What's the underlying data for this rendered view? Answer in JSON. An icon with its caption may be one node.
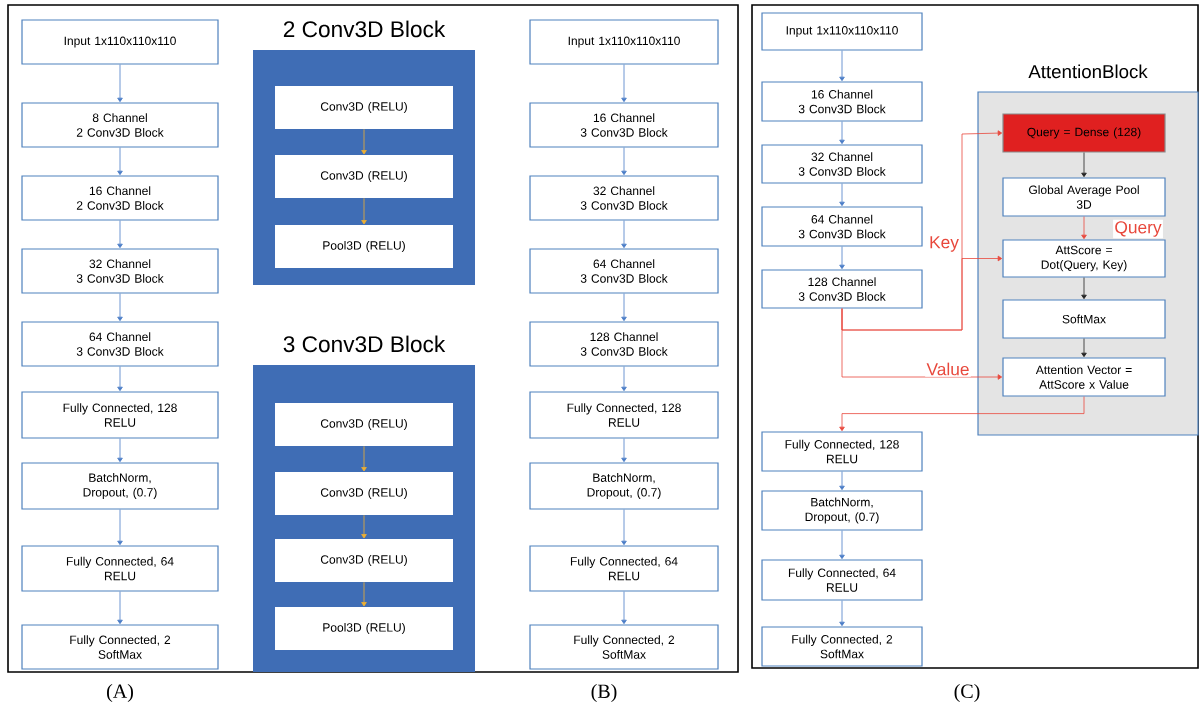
{
  "diagram": {
    "nodes": [
      {
        "text": [
          "Input 1x110x110x110"
        ]
      },
      {
        "text": [
          "8 Channel 2 Conv3D Block"
        ]
      },
      {
        "text": [
          "16 Channel 2 Conv3D Block"
        ]
      },
      {
        "text": [
          "32 Channel 3 Conv3D Block"
        ]
      },
      {
        "text": [
          "64 Channel 3 Conv3D Block"
        ]
      },
      {
        "text": [
          "Fully Connected, 128 RELU"
        ]
      },
      {
        "text": [
          "BatchNorm, Dropout, (0.7)"
        ]
      },
      {
        "text": [
          "Fully Connected, 64 RELU"
        ]
      },
      {
        "text": [
          "Fully Connected, 2 SoftMax"
        ]
      },
      {
        "text": [
          "2 Conv3D Block"
        ]
      },
      {
        "text": [
          "Conv3D (RELU)"
        ],
        "in": 9
      },
      {
        "text": [
          "Conv3D (RELU)"
        ],
        "in": 9
      },
      {
        "text": [
          "Pool3D (RELU)"
        ],
        "in": 9
      },
      {
        "text": [
          "3 Conv3D Block"
        ]
      },
      {
        "text": [
          "Conv3D (RELU)"
        ],
        "in": 13
      },
      {
        "text": [
          "Conv3D (RELU)"
        ],
        "in": 13
      },
      {
        "text": [
          "Conv3D (RELU)"
        ],
        "in": 13
      },
      {
        "text": [
          "Pool3D (RELU)"
        ],
        "in": 13
      },
      {
        "text": [
          "Input 1x110x110x110"
        ]
      },
      {
        "text": [
          "16 Channel 3 Conv3D Block"
        ]
      },
      {
        "text": [
          "32 Channel 3 Conv3D Block"
        ]
      },
      {
        "text": [
          "64 Channel 3 Conv3D Block"
        ]
      },
      {
        "text": [
          "128 Channel 3 Conv3D Block"
        ]
      },
      {
        "text": [
          "Fully Connected, 128 RELU"
        ]
      },
      {
        "text": [
          "BatchNorm, Dropout, (0.7)"
        ]
      },
      {
        "text": [
          "Fully Connected, 64 RELU"
        ]
      },
      {
        "text": [
          "Fully Connected, 2 SoftMax"
        ]
      },
      {
        "text": [
          "Input 1x110x110x110"
        ]
      },
      {
        "text": [
          "16 Channel 3 Conv3D Block"
        ]
      },
      {
        "text": [
          "32 Channel 3 Conv3D Block"
        ]
      },
      {
        "text": [
          "64 Channel 3 Conv3D Block"
        ]
      },
      {
        "text": [
          "128 Channel 3 Conv3D Block"
        ]
      },
      {
        "text": [
          "AttentionBlock"
        ]
      },
      {
        "text": [
          "Query = Dense (128)"
        ],
        "in": 32
      },
      {
        "text": [
          "Global Average Pool 3D"
        ],
        "in": 32
      },
      {
        "text": [
          "AttScore = Dot(Query, Key)"
        ],
        "in": 32
      },
      {
        "text": [
          "SoftMax"
        ],
        "in": 32
      },
      {
        "text": [
          "Attention Vector = AttScore x Value"
        ],
        "in": 32
      },
      {
        "text": [
          "Fully Connected, 128 RELU"
        ]
      },
      {
        "text": [
          "BatchNorm, Dropout, (0.7)"
        ]
      },
      {
        "text": [
          "Fully Connected, 64 RELU"
        ]
      },
      {
        "text": [
          "Fully Connected, 2 SoftMax"
        ]
      }
    ],
    "edges": [
      {
        "from": 0,
        "to": 1,
        "arrow": "to"
      },
      {
        "from": 1,
        "to": 2,
        "arrow": "to"
      },
      {
        "from": 2,
        "to": 3,
        "arrow": "to"
      },
      {
        "from": 3,
        "to": 4,
        "arrow": "to"
      },
      {
        "from": 4,
        "to": 5,
        "arrow": "to"
      },
      {
        "from": 5,
        "to": 6,
        "arrow": "to"
      },
      {
        "from": 6,
        "to": 7,
        "arrow": "to"
      },
      {
        "from": 7,
        "to": 8,
        "arrow": "to"
      },
      {
        "from": 10,
        "to": 11,
        "arrow": "to",
        "color": "#f0b030"
      },
      {
        "from": 11,
        "to": 12,
        "arrow": "to",
        "color": "#f0b030"
      },
      {
        "from": 14,
        "to": 15,
        "arrow": "to",
        "color": "#f0b030"
      },
      {
        "from": 15,
        "to": 16,
        "arrow": "to",
        "color": "#f0b030"
      },
      {
        "from": 16,
        "to": 17,
        "arrow": "to",
        "color": "#f0b030"
      },
      {
        "from": 18,
        "to": 19,
        "arrow": "to"
      },
      {
        "from": 19,
        "to": 20,
        "arrow": "to"
      },
      {
        "from": 20,
        "to": 21,
        "arrow": "to"
      },
      {
        "from": 21,
        "to": 22,
        "arrow": "to"
      },
      {
        "from": 22,
        "to": 23,
        "arrow": "to"
      },
      {
        "from": 23,
        "to": 24,
        "arrow": "to"
      },
      {
        "from": 24,
        "to": 25,
        "arrow": "to"
      },
      {
        "from": 25,
        "to": 26,
        "arrow": "to"
      },
      {
        "from": 27,
        "to": 28,
        "arrow": "to"
      },
      {
        "from": 28,
        "to": 29,
        "arrow": "to"
      },
      {
        "from": 29,
        "to": 30,
        "arrow": "to"
      },
      {
        "from": 30,
        "to": 31,
        "arrow": "to"
      },
      {
        "from": 31,
        "to": 33,
        "arrow": "to",
        "color": "#e8483c"
      },
      {
        "from": 31,
        "to": 35,
        "arrow": "to",
        "color": "#e8483c",
        "label": "Key"
      },
      {
        "from": 31,
        "to": 37,
        "arrow": "to",
        "color": "#e8483c",
        "label": "Value"
      },
      {
        "from": 33,
        "to": 34,
        "arrow": "to",
        "color": "#222222"
      },
      {
        "from": 34,
        "to": 35,
        "arrow": "to",
        "color": "#e8483c",
        "label": "Query"
      },
      {
        "from": 35,
        "to": 36,
        "arrow": "to",
        "color": "#222222"
      },
      {
        "from": 36,
        "to": 37,
        "arrow": "to",
        "color": "#222222"
      },
      {
        "from": 37,
        "to": 38,
        "arrow": "to",
        "color": "#e8483c"
      },
      {
        "from": 38,
        "to": 39,
        "arrow": "to"
      },
      {
        "from": 39,
        "to": 40,
        "arrow": "to"
      },
      {
        "from": 40,
        "to": 41,
        "arrow": "to"
      }
    ],
    "labels": [
      "(A)",
      "(B)",
      "(C)"
    ]
  }
}
